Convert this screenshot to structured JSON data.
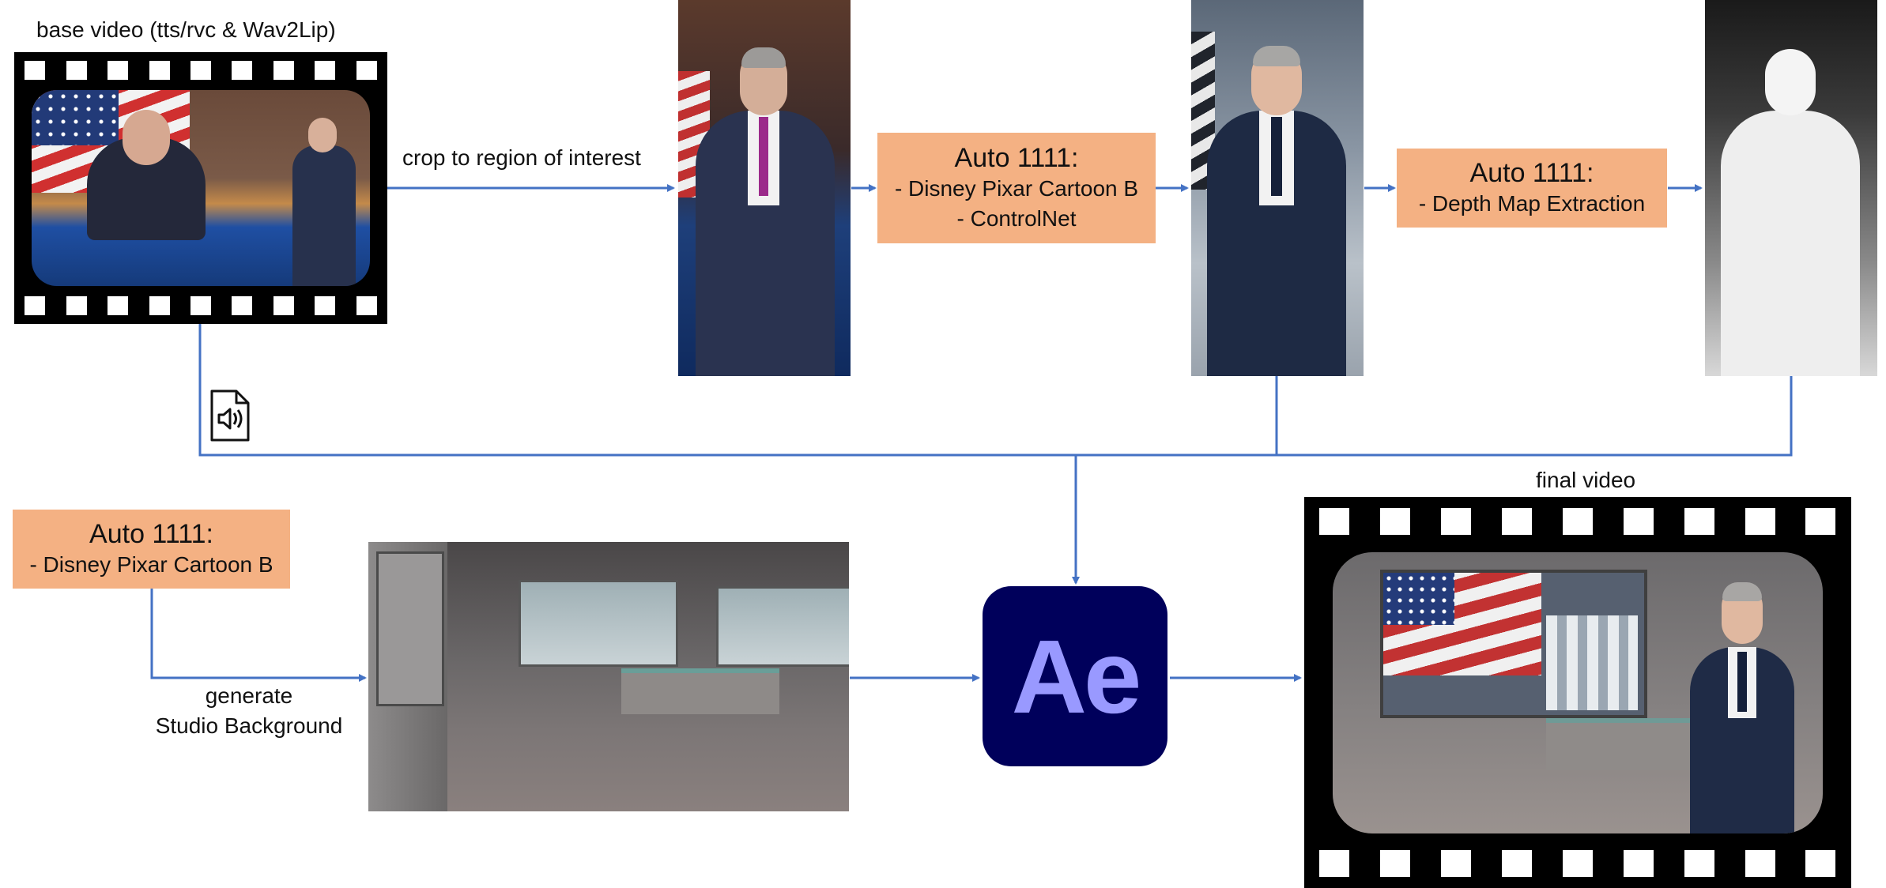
{
  "labels": {
    "base_video": "base video (tts/rvc & Wav2Lip)",
    "crop": "crop to region of interest",
    "generate_line1": "generate",
    "generate_line2": "Studio Background",
    "final_video": "final video"
  },
  "boxes": {
    "stylize": {
      "title": "Auto 1111:",
      "lines": [
        "- Disney Pixar Cartoon B",
        "- ControlNet"
      ]
    },
    "depth": {
      "title": "Auto 1111:",
      "lines": [
        "- Depth Map Extraction"
      ]
    },
    "background": {
      "title": "Auto 1111:",
      "lines": [
        "- Disney Pixar Cartoon B"
      ]
    }
  },
  "after_effects": {
    "logo_text": "Ae"
  },
  "icons": {
    "audio": "audio-file-icon"
  },
  "colors": {
    "arrow": "#4472c4",
    "box_fill": "#f4b183",
    "ae_bg": "#00005b",
    "ae_text": "#9999ff"
  }
}
